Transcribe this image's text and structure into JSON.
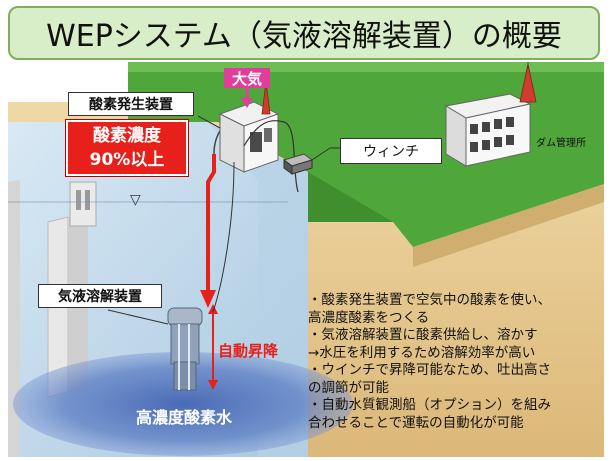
{
  "title": "WEPシステム（気液溶解装置）の概要",
  "labels": {
    "taiki": "大気",
    "oxygen_generator": "酸素発生装置",
    "oxygen_concentration_line1": "酸素濃度",
    "oxygen_concentration_line2": "90%以上",
    "winch": "ウィンチ",
    "dam_office": "ダム管理所",
    "dissolver": "気液溶解装置",
    "auto_lift": "自動昇降",
    "high_conc_water": "高濃度酸素水",
    "water_level_symbol": "▽"
  },
  "description": [
    "・酸素発生装置で空気中の酸素を使い、",
    "高濃度酸素をつくる",
    "・気液溶解装置に酸素供給し、溶かす",
    "→水圧を利用するため溶解効率が高い",
    "・ウインチで昇降可能なため、吐出高さ",
    "の調節が可能",
    "・自動水質観測船（オプション）を組み",
    "合わせることで運転の自動化が可能"
  ],
  "colors": {
    "grass": "#4fa63a",
    "soil": "#e6c98c",
    "water": "#c4dced",
    "title_bg": "#d8eec8",
    "arrow_red": "#e8201c",
    "plume": "#5b7cc4",
    "taiki_bg": "#e23d9c"
  }
}
